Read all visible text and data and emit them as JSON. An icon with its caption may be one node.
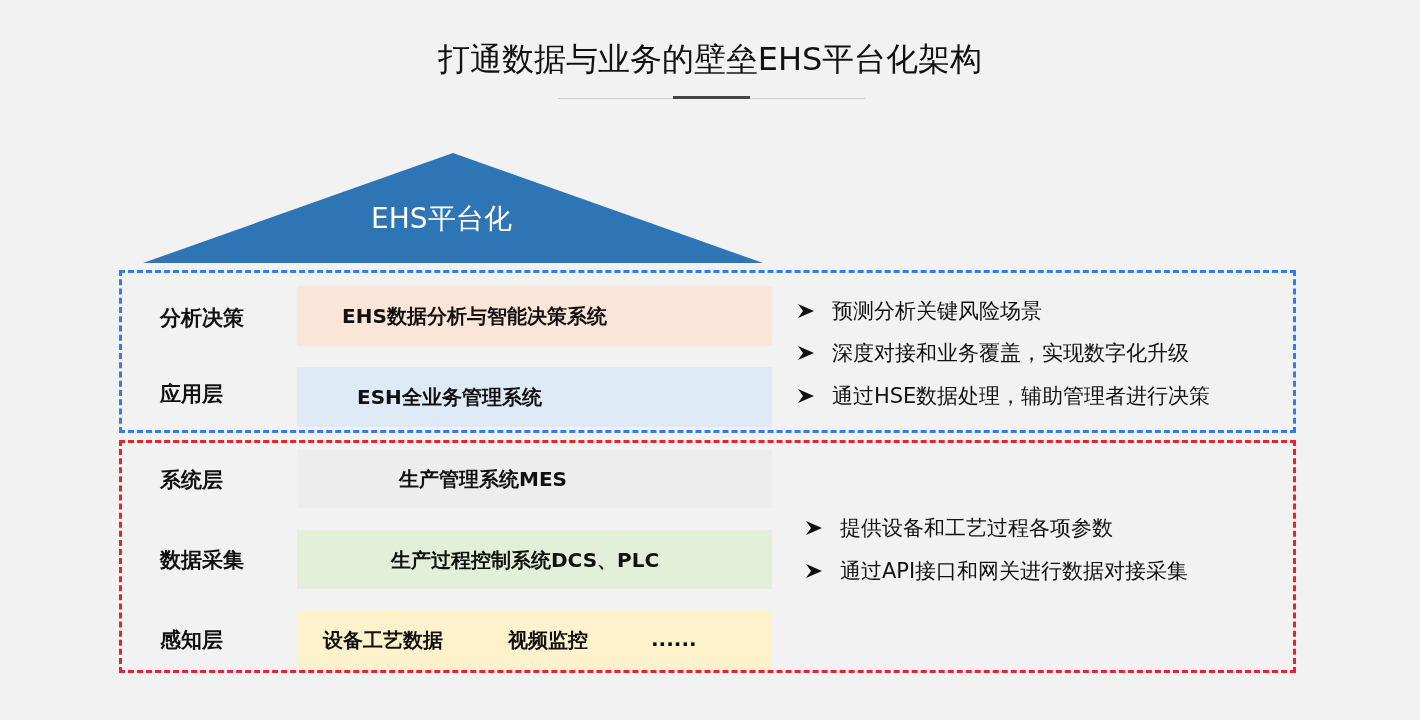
{
  "diagram": {
    "title": "打通数据与业务的壁垒EHS平台化架构",
    "nodes": [
      {
        "text": [
          "EHS平台化"
        ]
      },
      {
        "text": [],
        "shape": "box"
      },
      {
        "text": [],
        "shape": "box"
      },
      {
        "text": [
          "EHS数据分析与智能决策系统"
        ],
        "in": 1
      },
      {
        "text": [
          "ESH全业务管理系统"
        ],
        "in": 1
      },
      {
        "text": [
          "生产管理系统MES"
        ],
        "in": 2
      },
      {
        "text": [
          "生产过程控制系统DCS、PLC"
        ],
        "in": 2
      },
      {
        "text": [
          "设备工艺数据",
          "视频监控",
          "......"
        ],
        "in": 2
      }
    ],
    "edges": [],
    "labels": [
      "分析决策",
      "预测分析关键风险场景",
      "深度对接和业务覆盖，实现数字化升级",
      "应用层",
      "通过HSE数据处理，辅助管理者进行决策",
      "系统层",
      "提供设备和工艺过程各项参数",
      "数据采集",
      "通过API接口和网关进行数据对接采集",
      "感知层"
    ]
  }
}
